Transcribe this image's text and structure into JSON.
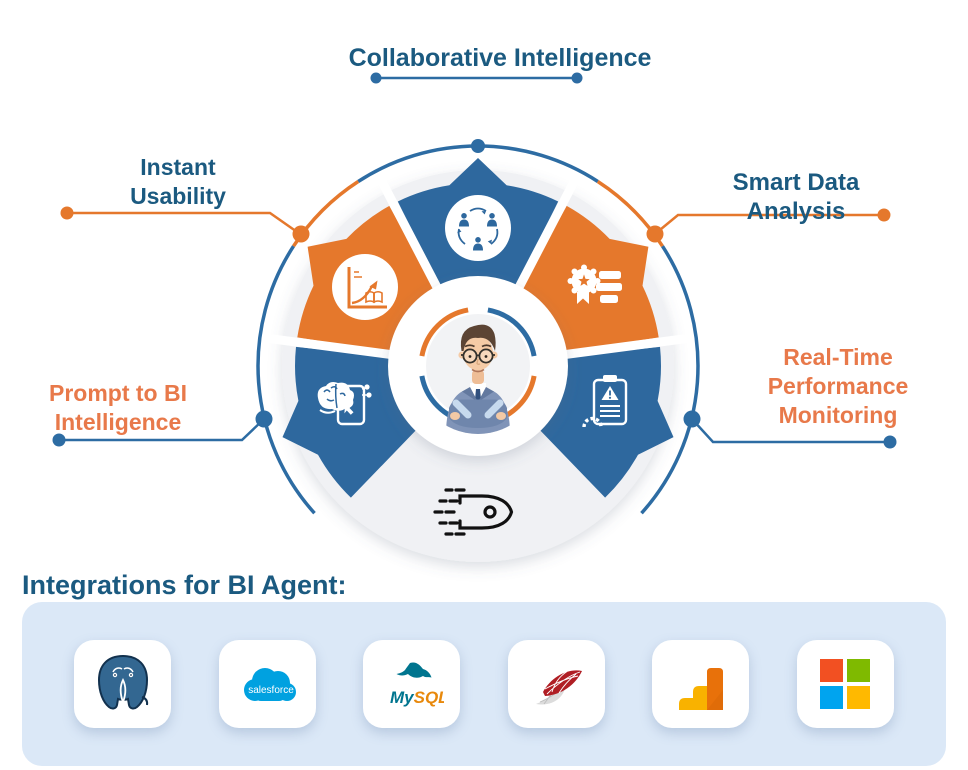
{
  "colors": {
    "wedge_blue": "#2E689E",
    "wedge_orange": "#E5782C",
    "line_blue": "#2D6CA3",
    "line_orange": "#E5782C",
    "text_blue": "#1B5A80",
    "text_orange": "#E8794A",
    "disc_gray": "#F0F1F4",
    "bar_bg": "#DBE8F7",
    "postgres_blue": "#336791",
    "postgres_outline": "#12314E",
    "salesforce_blue": "#00A1E0",
    "mysql_teal": "#00758F",
    "mysql_orange": "#E8890C",
    "sqlserver_red": "#B01E24",
    "sqlserver_gray": "#DCDCDC",
    "ga_yellow": "#F9B200",
    "ga_orange": "#E8710A",
    "ms_red": "#F25022",
    "ms_green": "#7FBA00",
    "ms_blue": "#00A4EF",
    "ms_yellow": "#FFB900",
    "rocket_black": "#111111"
  },
  "callouts": {
    "collaborative": {
      "text": "Collaborative Intelligence"
    },
    "instant": {
      "line1": "Instant",
      "line2": "Usability"
    },
    "smart": {
      "text": "Smart Data Analysis"
    },
    "prompt": {
      "line1": "Prompt to BI",
      "line2": "Intelligence"
    },
    "realtime": {
      "line1": "Real-Time",
      "line2": "Performance",
      "line3": "Monitoring"
    }
  },
  "wheel": {
    "segments": [
      {
        "name": "collaborative-intelligence",
        "icon": "people-cycle-icon",
        "color_key": "blue"
      },
      {
        "name": "instant-usability",
        "icon": "growth-chart-book-icon",
        "color_key": "orange"
      },
      {
        "name": "smart-data-analysis",
        "icon": "gear-star-badge-icon",
        "color_key": "orange"
      },
      {
        "name": "prompt-to-bi-intelligence",
        "icon": "brain-prompt-tablet-icon",
        "color_key": "blue"
      },
      {
        "name": "real-time-performance-monitoring",
        "icon": "clipboard-alert-gauge-icon",
        "color_key": "blue"
      }
    ],
    "center_icon": "bi-agent-avatar",
    "bottom_icon": "rocket-speed-icon"
  },
  "integrations": {
    "heading": "Integrations for BI Agent:",
    "items": [
      {
        "name": "PostgreSQL"
      },
      {
        "name": "Salesforce",
        "text": "salesforce"
      },
      {
        "name": "MySQL",
        "text_my": "My",
        "text_sql": "SQL"
      },
      {
        "name": "Microsoft SQL Server"
      },
      {
        "name": "Google Analytics"
      },
      {
        "name": "Microsoft"
      }
    ]
  }
}
